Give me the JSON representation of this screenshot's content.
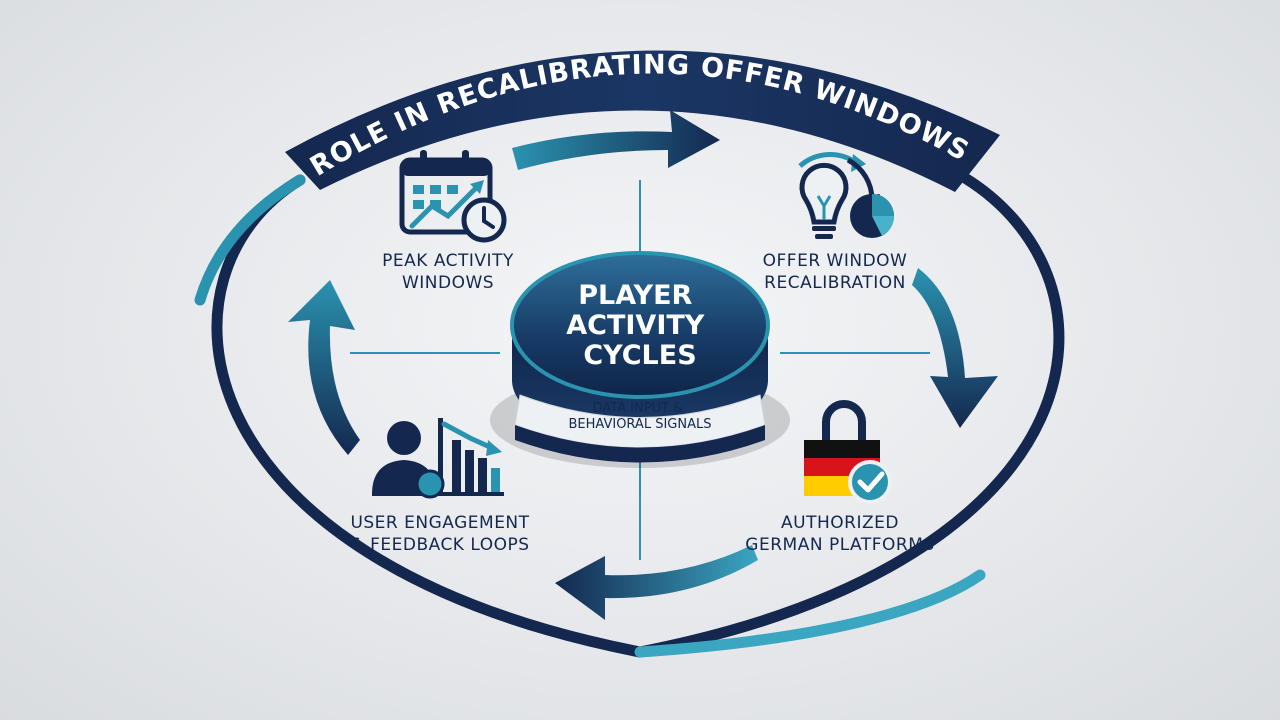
{
  "title": "ROLE IN RECALIBRATING OFFER WINDOWS",
  "center": {
    "title_lines": [
      "PLAYER",
      "ACTIVITY",
      "CYCLES"
    ],
    "subtitle_lines": [
      "DATA INPUT &",
      "BEHAVIORAL SIGNALS"
    ]
  },
  "nodes": {
    "peak": {
      "lines": [
        "PEAK ACTIVITY",
        "WINDOWS"
      ],
      "icon": "calendar-chart-clock-icon"
    },
    "recal": {
      "lines": [
        "OFFER WINDOW",
        "RECALIBRATION"
      ],
      "icon": "lightbulb-cycle-pie-icon"
    },
    "engage": {
      "lines": [
        "USER ENGAGEMENT",
        "& FEEDBACK LOOPS"
      ],
      "icon": "user-bar-chart-icon"
    },
    "german": {
      "lines": [
        "AUTHORIZED",
        "GERMAN PLATFORMS"
      ],
      "icon": "german-flag-lock-check-icon"
    }
  },
  "colors": {
    "navy": "#14284f",
    "teal": "#2a93b0",
    "light_teal": "#47b2c9",
    "flag_black": "#111111",
    "flag_red": "#d7141a",
    "flag_gold": "#ffcc00"
  }
}
